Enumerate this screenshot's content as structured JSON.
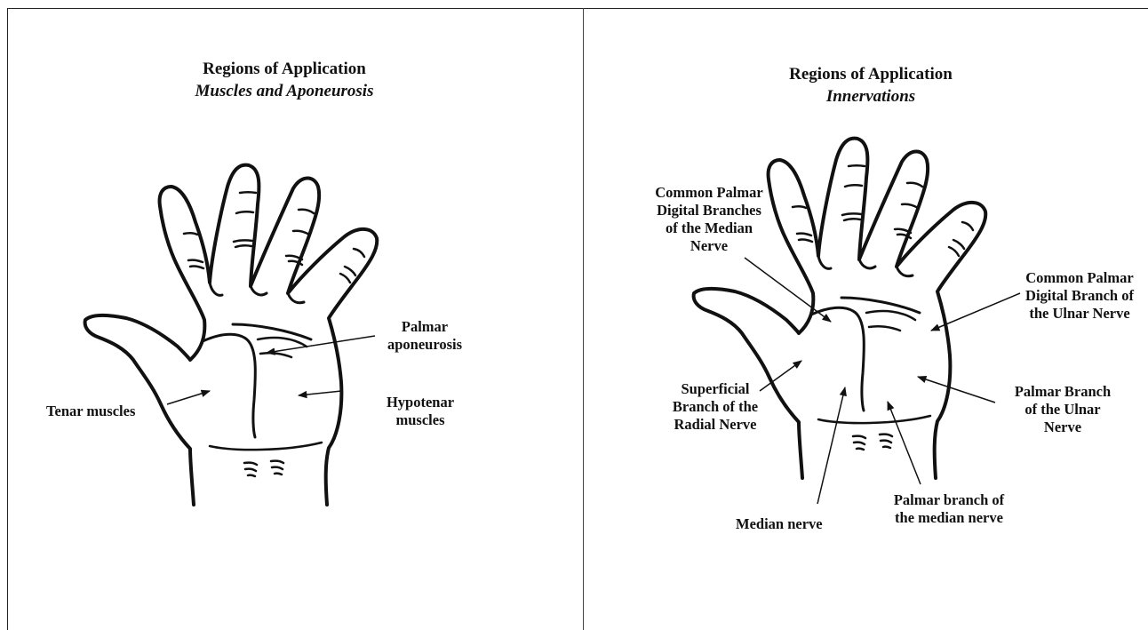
{
  "left_panel": {
    "title": "Regions of Application",
    "subtitle": "Muscles and Aponeurosis",
    "labels": {
      "tenar": "Tenar muscles",
      "palmar_aponeurosis": [
        "Palmar",
        "aponeurosis"
      ],
      "hypotenar": [
        "Hypotenar",
        "muscles"
      ]
    }
  },
  "right_panel": {
    "title": "Regions of Application",
    "subtitle": "Innervations",
    "labels": {
      "common_palmar_median": [
        "Common Palmar",
        "Digital Branches",
        "of the Median",
        "Nerve"
      ],
      "common_palmar_ulnar": [
        "Common Palmar",
        "Digital Branch of",
        "the Ulnar Nerve"
      ],
      "superficial_radial": [
        "Superficial",
        "Branch of the",
        "Radial Nerve"
      ],
      "palmar_ulnar": [
        "Palmar Branch",
        "of the Ulnar",
        "Nerve"
      ],
      "median_nerve": "Median nerve",
      "palmar_median": [
        "Palmar branch of",
        "the median nerve"
      ]
    }
  }
}
